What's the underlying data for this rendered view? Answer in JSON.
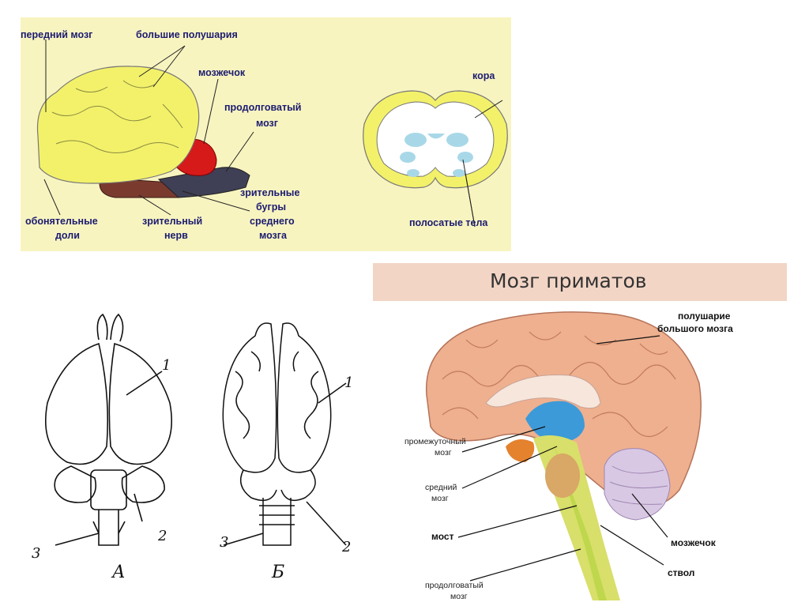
{
  "amphibian_panel": {
    "background": "#f8f4c0",
    "labels": {
      "forebrain": "передний мозг",
      "hemispheres": "большие полушария",
      "cerebellum": "мозжечок",
      "medulla_1": "продолговатый",
      "medulla_2": "мозг",
      "optic_tubercles_1": "зрительные",
      "optic_tubercles_2": "бугры",
      "optic_tubercles_3": "среднего",
      "optic_tubercles_4": "мозга",
      "olfactory_1": "обонятельные",
      "olfactory_2": "доли",
      "optic_nerve_1": "зрительный",
      "optic_nerve_2": "нерв",
      "cortex": "кора",
      "striate": "полосатые тела"
    }
  },
  "bw_drawings": {
    "a": {
      "label_1": "1",
      "label_2": "2",
      "label_3": "3",
      "caption": "А"
    },
    "b": {
      "label_1": "1",
      "label_2": "2",
      "label_3": "3",
      "caption": "Б"
    }
  },
  "primate_panel": {
    "title": "Мозг приматов",
    "title_bg": "#f2d5c5",
    "labels": {
      "hemisphere_1": "полушарие",
      "hemisphere_2": "большого мозга",
      "diencephalon_1": "промежуточный",
      "diencephalon_2": "мозг",
      "midbrain_1": "средний",
      "midbrain_2": "мозг",
      "pons": "мост",
      "medulla_1": "продолговатый",
      "medulla_2": "мозг",
      "cerebellum": "мозжечок",
      "stem": "ствол"
    }
  }
}
